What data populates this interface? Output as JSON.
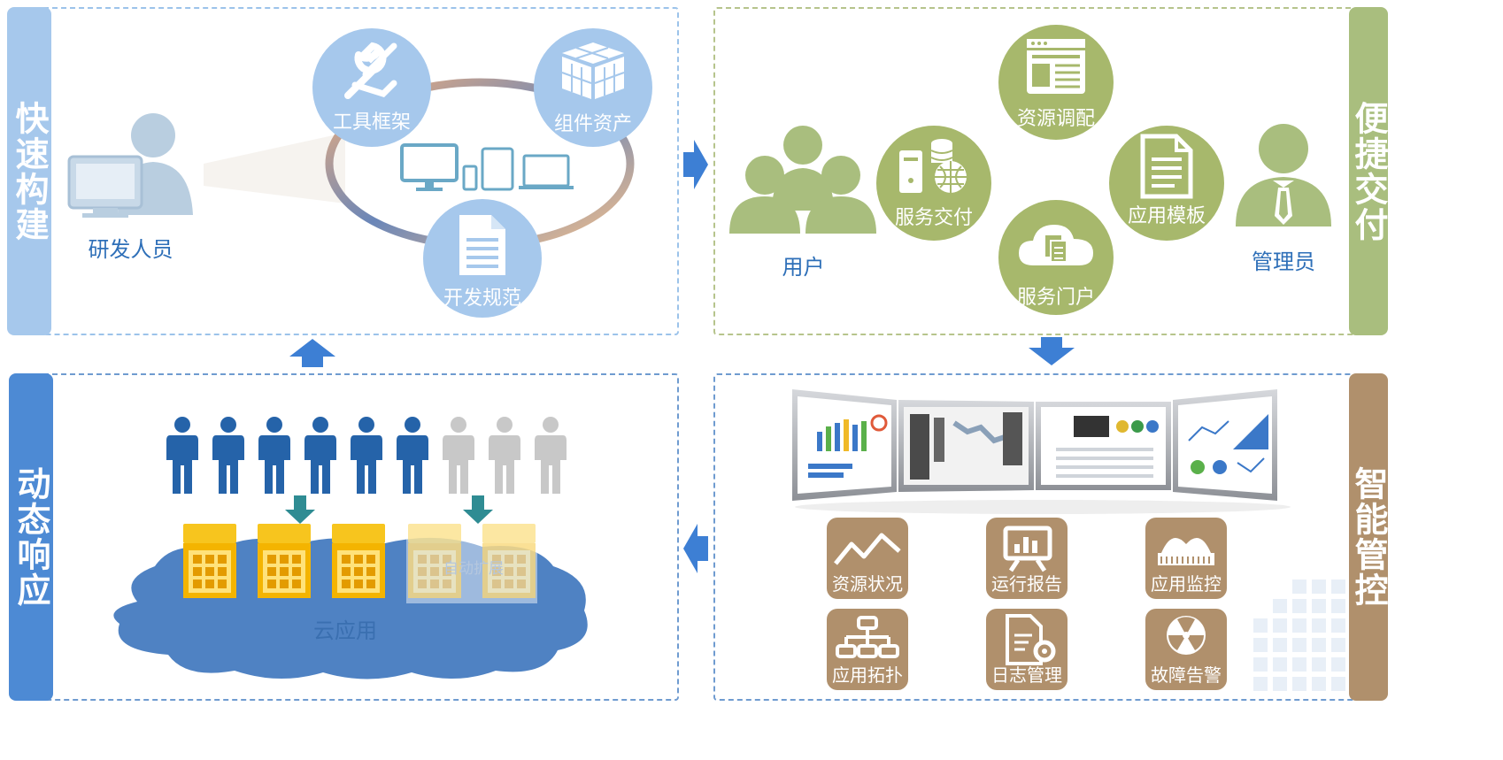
{
  "panels": {
    "top_left": {
      "side_label": "快速构建",
      "developer_label": "研发人员",
      "circles": [
        "工具框架",
        "组件资产",
        "开发规范"
      ]
    },
    "top_right": {
      "side_label": "便捷交付",
      "user_label": "用户",
      "admin_label": "管理员",
      "circles": [
        "服务交付",
        "资源调配",
        "应用模板",
        "服务门户"
      ]
    },
    "bottom_left": {
      "side_label": "动态响应",
      "cloud_label": "云应用",
      "scale_label": "自动扩展"
    },
    "bottom_right": {
      "side_label": "智能管控",
      "tiles": [
        "资源状况",
        "运行报告",
        "应用监控",
        "应用拓扑",
        "日志管理",
        "故障告警"
      ]
    }
  },
  "colors": {
    "blue_tab": "#8fb8e3",
    "green_tab": "#a9be7e",
    "navy_tab": "#4d8ad4",
    "brown_tab": "#b0906c",
    "green_circle": "#a7b86c",
    "blue_circle": "#a6c8ec",
    "person_blue": "#2563a9",
    "person_grey": "#c4c4c4"
  }
}
